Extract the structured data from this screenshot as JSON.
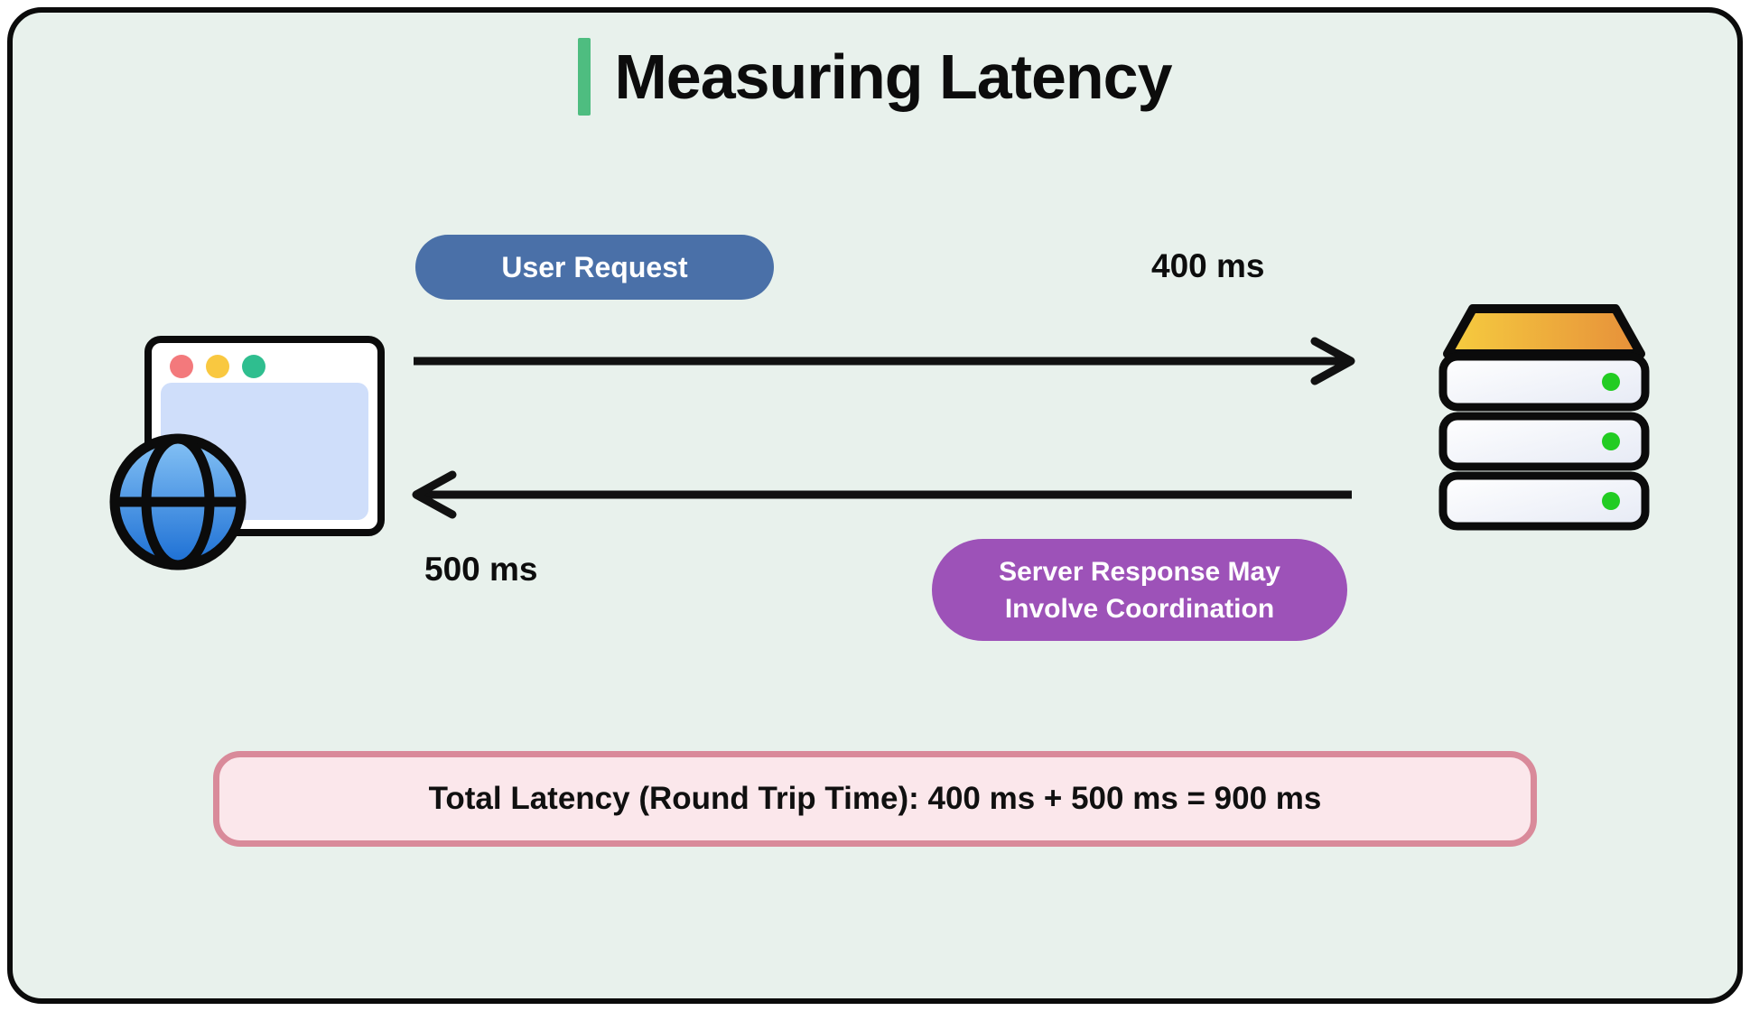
{
  "title": {
    "text": "Measuring Latency",
    "accent_color": "#4ebd80"
  },
  "request": {
    "badge_label": "User Request",
    "time_label": "400 ms",
    "badge_color": "#4a70a8",
    "direction": "client-to-server"
  },
  "response": {
    "badge_label": "Server Response May Involve Coordination",
    "time_label": "500 ms",
    "badge_color": "#9d52b8",
    "direction": "server-to-client"
  },
  "summary": {
    "text": "Total Latency (Round Trip Time): 400 ms + 500 ms = 900 ms",
    "background": "#fbe7eb",
    "border_color": "#d98a9a"
  },
  "icons": {
    "client": "browser-globe-icon",
    "server": "server-stack-icon",
    "client_dot_colors": [
      "#f3797c",
      "#f9c840",
      "#2fbe8f"
    ],
    "server_led_color": "#22cc22"
  },
  "colors": {
    "canvas_background": "#e8f1ec",
    "outline": "#0b0b0b",
    "arrow": "#111111",
    "globe_gradient": [
      "#85c2f5",
      "#1c6fd4"
    ],
    "server_top_gradient": [
      "#f6cd3f",
      "#e68f3a"
    ]
  }
}
